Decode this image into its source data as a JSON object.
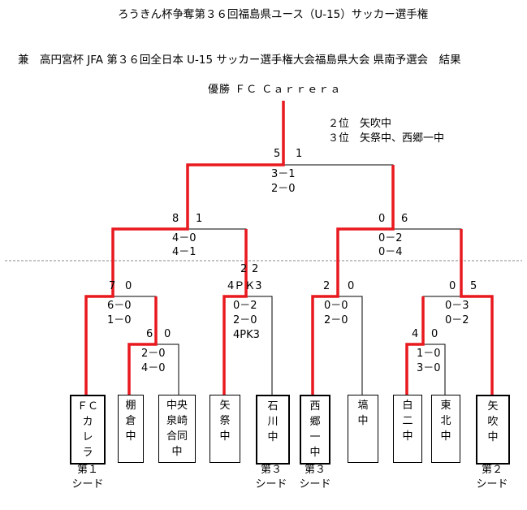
{
  "header": {
    "title1": "ろうきん杯争奪第３６回福島県ユース（U-15）サッカー選手権",
    "title2": "兼　高円宮杯 JFA 第３６回全日本 U-15 サッカー選手権大会福島県大会 県南予選会　結果"
  },
  "champion": "優勝 ＦＣ Ｃａｒｒｅｒａ",
  "ranks": {
    "second": "２位　矢吹中",
    "third": "３位　矢祭中、西郷一中"
  },
  "teams": [
    {
      "name": "ＦＣ\nカ\nレ\nラ",
      "winner": true
    },
    {
      "name": "棚\n倉\n中",
      "winner": false
    },
    {
      "name": "中央\n泉崎\n合同\n中",
      "winner": false
    },
    {
      "name": "矢\n祭\n中",
      "winner": false
    },
    {
      "name": "石\n川\n中",
      "winner": true
    },
    {
      "name": "西\n郷\n一\n中",
      "winner": true
    },
    {
      "name": "塙\n中",
      "winner": false
    },
    {
      "name": "白\n二\n中",
      "winner": false
    },
    {
      "name": "東\n北\n中",
      "winner": false
    },
    {
      "name": "矢\n吹\n中",
      "winner": true
    }
  ],
  "seeds": {
    "s1": "第１\nシード",
    "s3a": "第３\nシード",
    "s3b": "第３\nシード",
    "s2": "第２\nシード"
  },
  "scores": {
    "final_l": "5",
    "final_r": "1",
    "final_h1": "3－1",
    "final_h2": "2－0",
    "sf_l_l": "8",
    "sf_l_r": "1",
    "sf_l_h1": "4－0",
    "sf_l_h2": "4－1",
    "sf_r_l": "0",
    "sf_r_r": "6",
    "sf_r_h1": "0－2",
    "sf_r_h2": "0－4",
    "qf1_l": "7",
    "qf1_r": "0",
    "qf1_h1": "6－0",
    "qf1_h2": "1－0",
    "r1a_l": "6",
    "r1a_r": "0",
    "r1a_h1": "2－0",
    "r1a_h2": "4－0",
    "qf2_l": "2",
    "qf2_r": "2",
    "qf2_pk": "4ＰＫ3",
    "qf2_h1": "0－2",
    "qf2_h2": "2－0",
    "qf2_h3": "4PK3",
    "qf3_l": "2",
    "qf3_r": "0",
    "qf3_h1": "0－0",
    "qf3_h2": "2－0",
    "qf4_l": "0",
    "qf4_r": "5",
    "qf4_h1": "0－3",
    "qf4_h2": "0－2",
    "r1b_l": "4",
    "r1b_r": "0",
    "r1b_h1": "1－0",
    "r1b_h2": "3－0"
  },
  "colors": {
    "winner_path": "#e8191f",
    "line": "#000000",
    "dashed": "#888888"
  }
}
